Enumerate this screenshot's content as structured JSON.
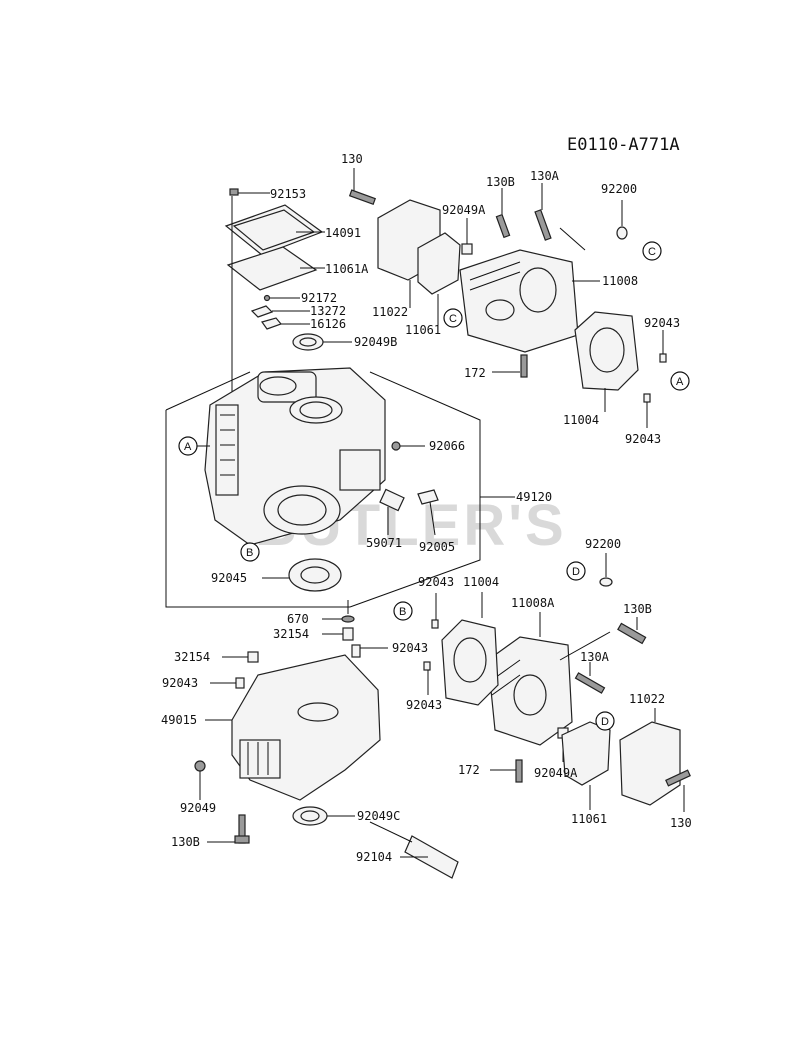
{
  "diagram_code": "E0110-A771A",
  "watermark": "BUTLER'S",
  "part_labels": [
    {
      "id": "130",
      "text": "130"
    },
    {
      "id": "92153",
      "text": "92153"
    },
    {
      "id": "130B_top",
      "text": "130B"
    },
    {
      "id": "130A_top",
      "text": "130A"
    },
    {
      "id": "92200_top",
      "text": "92200"
    },
    {
      "id": "92049A_top",
      "text": "92049A"
    },
    {
      "id": "14091",
      "text": "14091"
    },
    {
      "id": "11061A",
      "text": "11061A"
    },
    {
      "id": "11008",
      "text": "11008"
    },
    {
      "id": "92172",
      "text": "92172"
    },
    {
      "id": "13272",
      "text": "13272"
    },
    {
      "id": "16126",
      "text": "16126"
    },
    {
      "id": "11022_top",
      "text": "11022"
    },
    {
      "id": "11061_top",
      "text": "11061"
    },
    {
      "id": "92043_right",
      "text": "92043"
    },
    {
      "id": "92049B",
      "text": "92049B"
    },
    {
      "id": "172_top",
      "text": "172"
    },
    {
      "id": "11004_top",
      "text": "11004"
    },
    {
      "id": "92043_right2",
      "text": "92043"
    },
    {
      "id": "92066",
      "text": "92066"
    },
    {
      "id": "49120",
      "text": "49120"
    },
    {
      "id": "59071",
      "text": "59071"
    },
    {
      "id": "92005",
      "text": "92005"
    },
    {
      "id": "92200_mid",
      "text": "92200"
    },
    {
      "id": "92045",
      "text": "92045"
    },
    {
      "id": "92043_mid",
      "text": "92043"
    },
    {
      "id": "11004_mid",
      "text": "11004"
    },
    {
      "id": "11008A",
      "text": "11008A"
    },
    {
      "id": "130B_mid",
      "text": "130B"
    },
    {
      "id": "670",
      "text": "670"
    },
    {
      "id": "32154_a",
      "text": "32154"
    },
    {
      "id": "32154_b",
      "text": "32154"
    },
    {
      "id": "92043_c",
      "text": "92043"
    },
    {
      "id": "92043_d",
      "text": "92043"
    },
    {
      "id": "130A_mid",
      "text": "130A"
    },
    {
      "id": "92043_e",
      "text": "92043"
    },
    {
      "id": "11022_bot",
      "text": "11022"
    },
    {
      "id": "49015",
      "text": "49015"
    },
    {
      "id": "172_bot",
      "text": "172"
    },
    {
      "id": "92049A_bot",
      "text": "92049A"
    },
    {
      "id": "92049",
      "text": "92049"
    },
    {
      "id": "11061_bot",
      "text": "11061"
    },
    {
      "id": "130_bot",
      "text": "130"
    },
    {
      "id": "92049C",
      "text": "92049C"
    },
    {
      "id": "130B_bot",
      "text": "130B"
    },
    {
      "id": "92104",
      "text": "92104"
    }
  ],
  "reference_markers": [
    "A",
    "A",
    "B",
    "B",
    "C",
    "C",
    "D",
    "D"
  ]
}
